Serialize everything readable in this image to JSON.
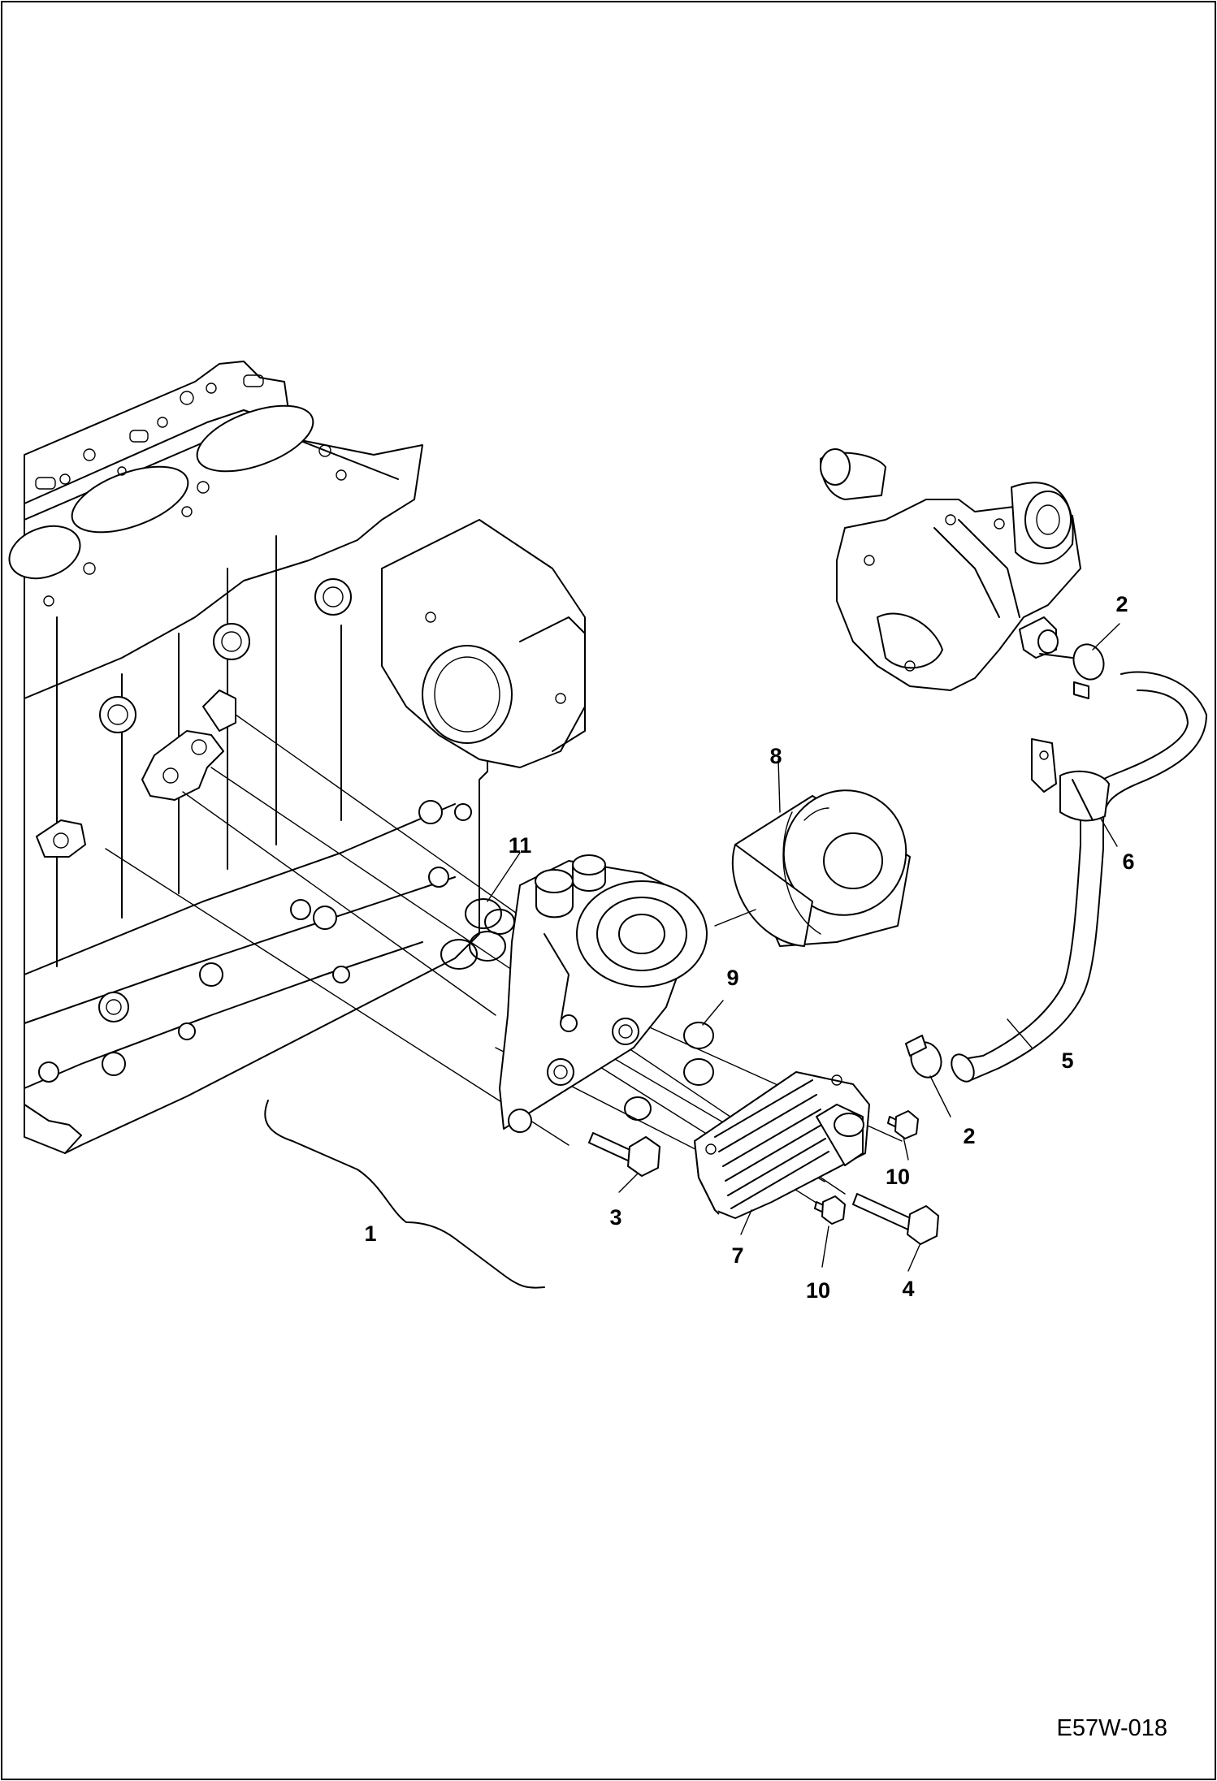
{
  "diagram_code": "E57W-018",
  "callouts": [
    {
      "id": "c1",
      "label": "1"
    },
    {
      "id": "c2a",
      "label": "2"
    },
    {
      "id": "c2b",
      "label": "2"
    },
    {
      "id": "c3",
      "label": "3"
    },
    {
      "id": "c4",
      "label": "4"
    },
    {
      "id": "c5",
      "label": "5"
    },
    {
      "id": "c6",
      "label": "6"
    },
    {
      "id": "c7",
      "label": "7"
    },
    {
      "id": "c8",
      "label": "8"
    },
    {
      "id": "c9",
      "label": "9"
    },
    {
      "id": "c10a",
      "label": "10"
    },
    {
      "id": "c10b",
      "label": "10"
    },
    {
      "id": "c11",
      "label": "11"
    }
  ]
}
